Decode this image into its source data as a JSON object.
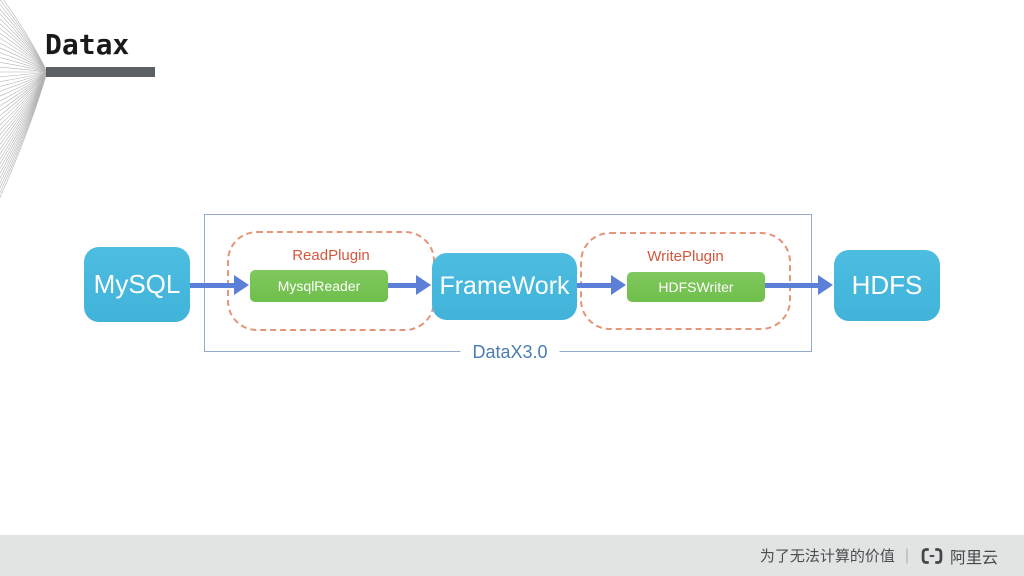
{
  "title": "Datax",
  "diagram": {
    "source_label": "MySQL",
    "read_group_label": "ReadPlugin",
    "reader_label": "MysqlReader",
    "framework_label": "FrameWork",
    "write_group_label": "WritePlugin",
    "writer_label": "HDFSWriter",
    "sink_label": "HDFS",
    "container_label": "DataX3.0"
  },
  "footer": {
    "slogan": "为了无法计算的价值",
    "separator": "|",
    "brand": "阿里云"
  },
  "colors": {
    "node_blue": "#47b8dd",
    "plugin_green": "#77c353",
    "arrow_blue": "#5c80d8",
    "group_label_orange": "#d4573d",
    "group_border_orange": "#e59579",
    "container_border": "#92abc9",
    "container_label_blue": "#4b7cb0",
    "title_underline_gray": "#5b6065",
    "footer_background": "#e2e4e3",
    "footer_text": "#4a4e52"
  }
}
